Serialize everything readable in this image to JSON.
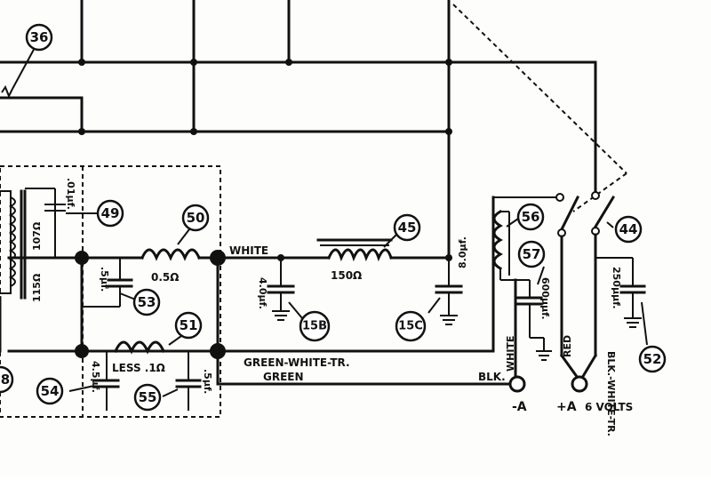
{
  "callouts": [
    "36",
    "49",
    "50",
    "45",
    "56",
    "57",
    "44",
    "53",
    "51",
    "15B",
    "15C",
    "52",
    "54",
    "55"
  ],
  "wire_labels": {
    "white": "WHITE",
    "green_white_tr": "GREEN-WHITE-TR.",
    "green": "GREEN",
    "blk": "BLK.",
    "white_vertical": "WHITE",
    "red": "RED",
    "blk_white_tr": "BLK.-WHITE-TR."
  },
  "component_values": {
    "c_01mf": ".01µf.",
    "r_107": "107Ω",
    "r_115": "115Ω",
    "l_05": "0.5Ω",
    "c_5mf_a": ".5µf.",
    "l_less1": "LESS .1Ω",
    "c_45mf": "4.5µf.",
    "c_5mf_b": ".5µf.",
    "c_4mf": "4.0µf.",
    "l_150": "150Ω",
    "c_8mf": "8.0µf.",
    "c_600mmf": "600µµf.",
    "c_250mmf": "250µµf."
  },
  "terminals": {
    "neg_a": "-A",
    "pos_a": "+A",
    "six_volts": "6 VOLTS"
  },
  "edge_callout": "8"
}
